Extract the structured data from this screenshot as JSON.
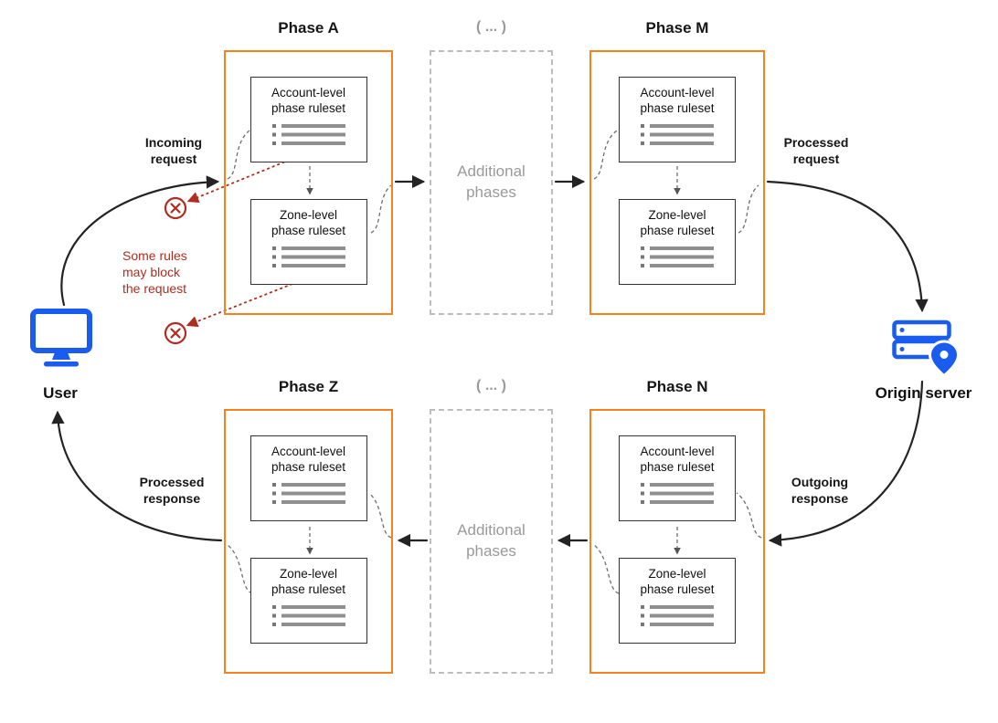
{
  "colors": {
    "orange": "#f6821f",
    "blue": "#1a5cf0",
    "red": "#b22c1e",
    "arrow": "#232323",
    "graytext": "#9a9a9a"
  },
  "phases": {
    "a": "Phase A",
    "m": "Phase M",
    "z": "Phase Z",
    "n": "Phase N"
  },
  "additional_phases": {
    "ellipsis": "( ... )",
    "label": "Additional phases"
  },
  "ruleset": {
    "account": "Account-level phase ruleset",
    "zone": "Zone-level phase ruleset"
  },
  "flow": {
    "incoming_request": "Incoming request",
    "processed_request": "Processed request",
    "outgoing_response": "Outgoing response",
    "processed_response": "Processed response"
  },
  "warning": "Some rules may block the request",
  "endpoints": {
    "user": "User",
    "origin": "Origin server"
  },
  "icons": {
    "user": "monitor-icon",
    "origin": "server-with-location-pin-icon",
    "block": "circle-cross-icon",
    "ruleset_list": "list-lines-icon"
  }
}
